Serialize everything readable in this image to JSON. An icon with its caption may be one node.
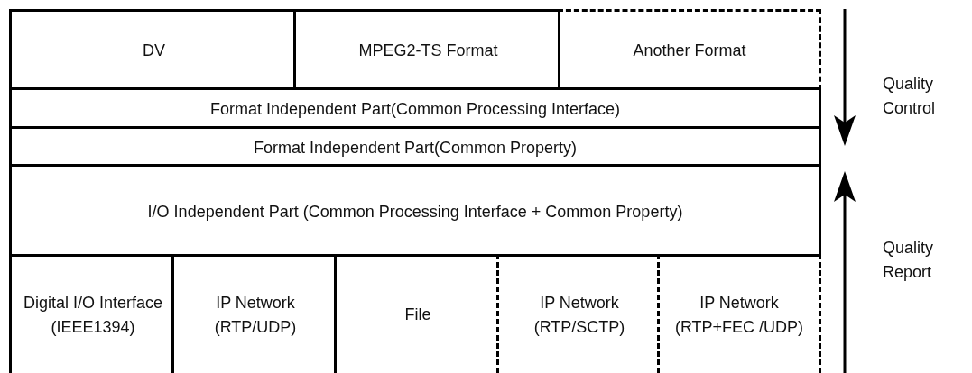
{
  "diagram": {
    "nodes": [
      {
        "text": [
          "DV"
        ]
      },
      {
        "text": [
          "MPEG2-TS Format"
        ]
      },
      {
        "text": [
          "Another Format"
        ]
      },
      {
        "text": [
          "Format Independent Part(Common Processing Interface)"
        ]
      },
      {
        "text": [
          "Format Independent Part(Common Property)"
        ]
      },
      {
        "text": [
          "I/O Independent Part (Common Processing Interface + Common Property)"
        ]
      },
      {
        "text": [
          "Digital I/O Interface (IEEE1394)"
        ]
      },
      {
        "text": [
          "IP Network (RTP/UDP)"
        ]
      },
      {
        "text": [
          "File"
        ]
      },
      {
        "text": [
          "IP Network (RTP/SCTP)"
        ]
      },
      {
        "text": [
          "IP Network (RTP+FEC /UDP)"
        ]
      }
    ],
    "labels": [
      "Quality Control",
      "Quality Report"
    ]
  }
}
